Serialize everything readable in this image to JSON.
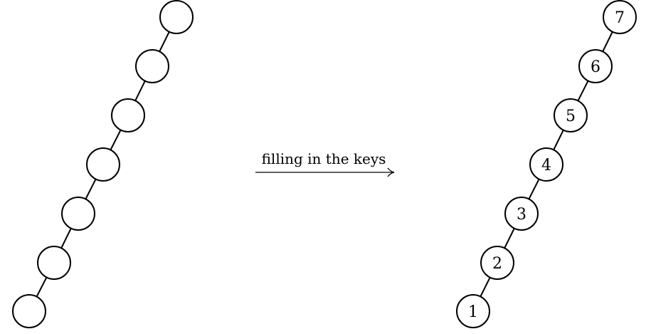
{
  "left_tree": {
    "nodes": [
      "",
      "",
      "",
      "",
      "",
      "",
      ""
    ]
  },
  "transform_arrow": {
    "label": "filling in the keys"
  },
  "right_tree": {
    "nodes": [
      "1",
      "2",
      "3",
      "4",
      "5",
      "6",
      "7"
    ]
  }
}
